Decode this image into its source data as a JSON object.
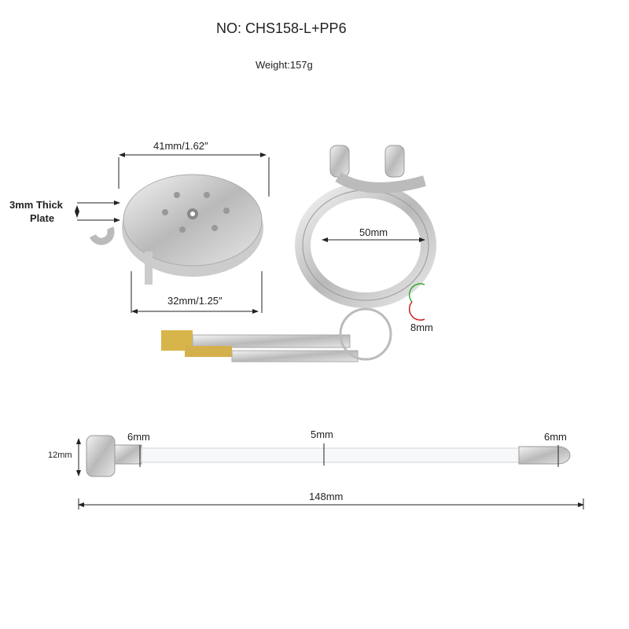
{
  "title": "NO: CHS158-L+PP6",
  "weight": "Weight:157g",
  "plate": {
    "width_label": "41mm/1.62″",
    "bottom_label": "32mm/1.25″",
    "thick_line1": "3mm Thick",
    "thick_line2": "Plate"
  },
  "ring": {
    "inner_label": "50mm",
    "thickness_label": "8mm"
  },
  "tube": {
    "head_height": "12mm",
    "left_dia": "6mm",
    "mid_dia": "5mm",
    "right_dia": "6mm",
    "length": "148mm"
  }
}
